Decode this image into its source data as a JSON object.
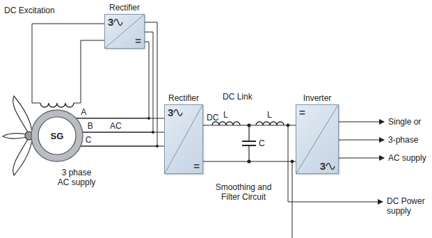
{
  "diagram": {
    "nodes": [
      {
        "text": [
          "Rectifier",
          "3",
          "="
        ]
      },
      {
        "text": [
          "SG"
        ]
      },
      {
        "text": [
          "Rectifier",
          "3",
          "="
        ]
      },
      {
        "text": [
          "Inverter",
          "=",
          "3"
        ]
      }
    ],
    "edges": [
      {
        "from": 1,
        "to": 2,
        "arrow": "none",
        "label": "A"
      },
      {
        "from": 1,
        "to": 2,
        "arrow": "none",
        "label": "B"
      },
      {
        "from": 1,
        "to": 2,
        "arrow": "none",
        "label": "C"
      },
      {
        "from": 1,
        "to": 0,
        "arrow": "none"
      },
      {
        "from": 1,
        "to": 0,
        "arrow": "none"
      },
      {
        "from": 1,
        "to": 0,
        "arrow": "none"
      },
      {
        "from": 2,
        "to": 3,
        "arrow": "none"
      },
      {
        "from": 2,
        "to": 3,
        "arrow": "none"
      }
    ],
    "labels": [
      "DC Excitation",
      "AC",
      "3 phase AC supply",
      "DC",
      "DC Link",
      "L",
      "C",
      "L",
      "Smoothing and Filter Circuit",
      "Single or 3-phase AC supply",
      "DC Power supply"
    ]
  }
}
